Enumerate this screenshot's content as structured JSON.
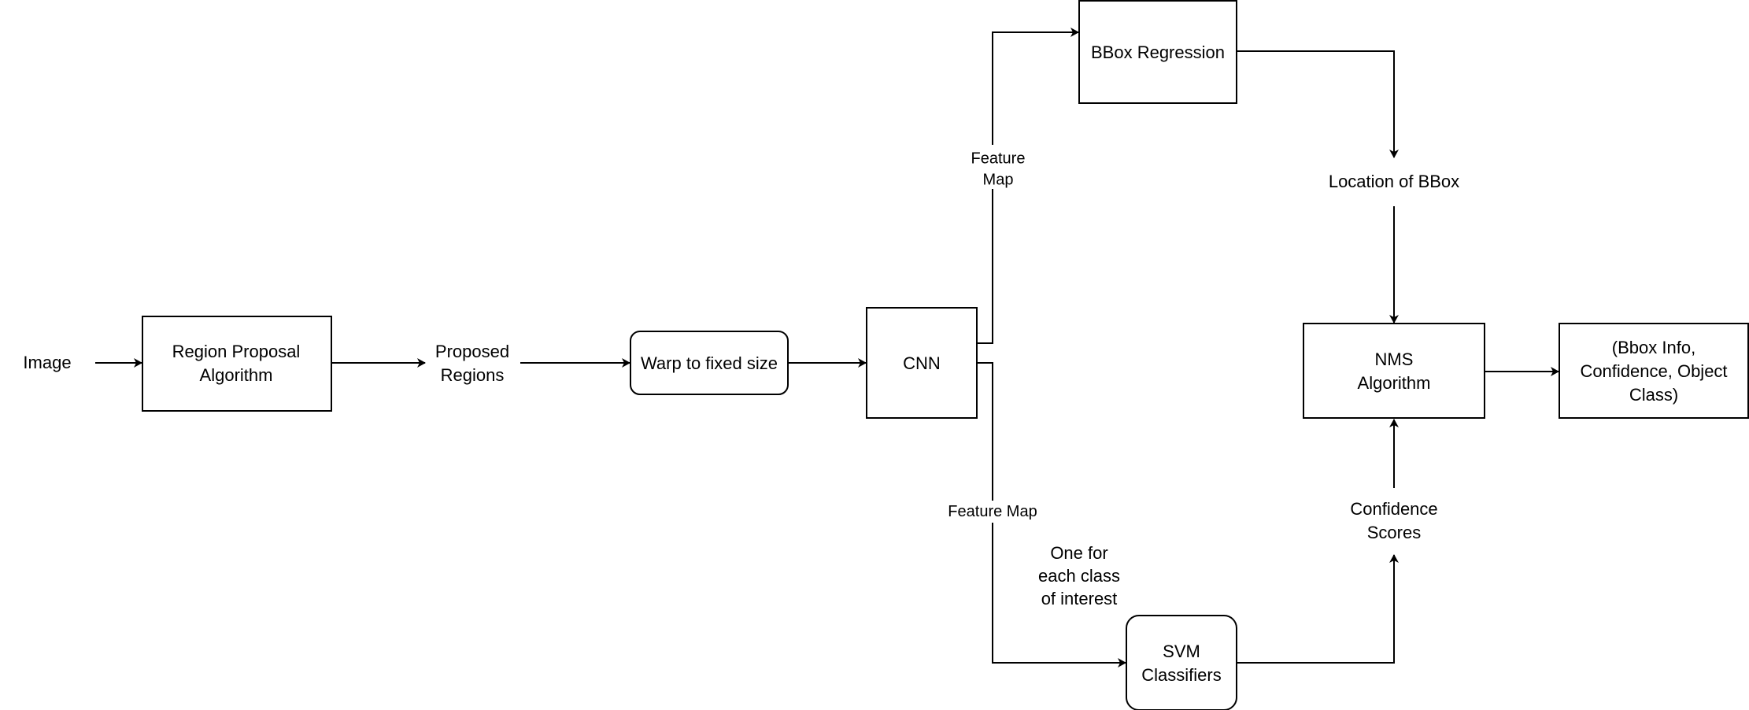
{
  "diagram": {
    "nodes": {
      "image": {
        "lines": [
          "Image"
        ]
      },
      "region_proposal": {
        "lines": [
          "Region Proposal",
          "Algorithm"
        ]
      },
      "proposed_regions": {
        "lines": [
          "Proposed",
          "Regions"
        ]
      },
      "warp": {
        "lines": [
          "Warp to fixed size"
        ]
      },
      "cnn": {
        "lines": [
          "CNN"
        ]
      },
      "bbox_regression": {
        "lines": [
          "BBox Regression"
        ]
      },
      "location_bbox": {
        "lines": [
          "Location of BBox"
        ]
      },
      "nms": {
        "lines": [
          "NMS",
          "Algorithm"
        ]
      },
      "output": {
        "lines": [
          "(Bbox Info,",
          "Confidence, Object",
          "Class)"
        ]
      },
      "confidence_scores": {
        "lines": [
          "Confidence",
          "Scores"
        ]
      },
      "svm": {
        "lines": [
          "SVM",
          "Classifiers"
        ]
      },
      "one_for_each": {
        "lines": [
          "One for",
          "each class",
          "of interest"
        ]
      }
    },
    "edge_labels": {
      "feature_map_top": {
        "lines": [
          "Feature",
          "Map"
        ]
      },
      "feature_map_bottom": {
        "lines": [
          "Feature Map"
        ]
      }
    }
  }
}
